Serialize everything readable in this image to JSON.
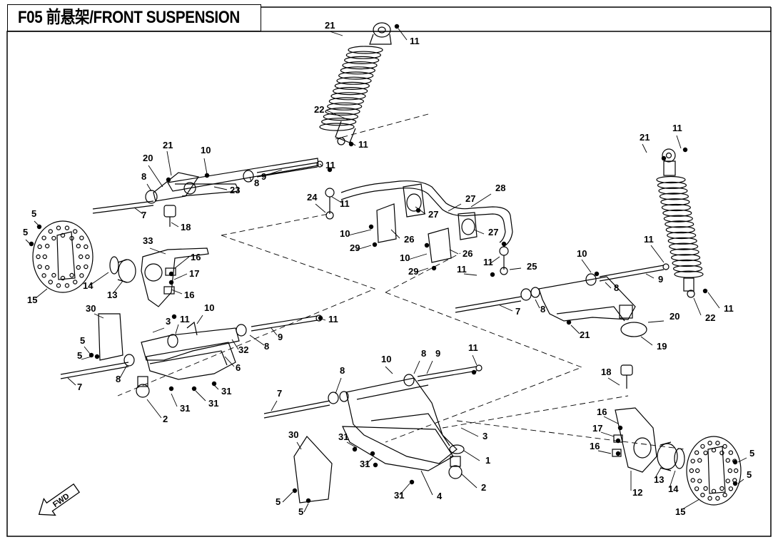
{
  "title": "F05 前悬架/FRONT SUSPENSION",
  "fwd_label": "FWD",
  "callouts": [
    "1",
    "2",
    "3",
    "4",
    "5",
    "6",
    "7",
    "8",
    "9",
    "10",
    "11",
    "12",
    "13",
    "14",
    "15",
    "16",
    "17",
    "18",
    "19",
    "20",
    "21",
    "22",
    "23",
    "24",
    "25",
    "26",
    "27",
    "28",
    "29",
    "30",
    "31",
    "32",
    "33"
  ],
  "colors": {
    "line": "#000000",
    "background": "#ffffff"
  }
}
